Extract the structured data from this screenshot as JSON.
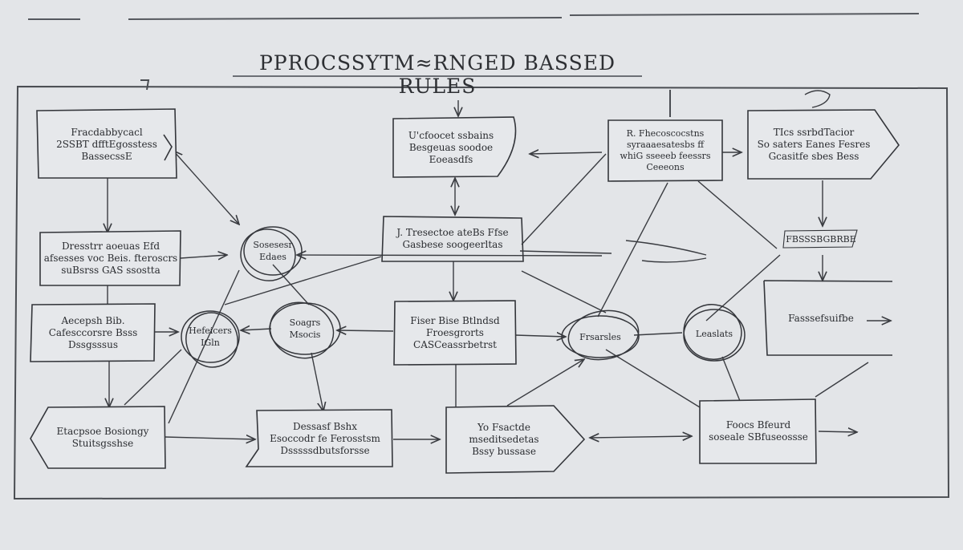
{
  "title": "PPROCSSYTM≈RNGED BASSED RULES",
  "boxes": [
    {
      "id": "b1",
      "lines": [
        "Fracdabbycacl",
        "2SSBT dfftEgosstess",
        "BassecssE"
      ]
    },
    {
      "id": "b2",
      "lines": [
        "Dresstrr aoeuas Efd",
        "afsesses voc Beis. fteroscrs",
        "suBsrss GAS ssostta"
      ]
    },
    {
      "id": "b3",
      "lines": [
        "Aecepsh Bib.",
        "Cafesccorsre Bsss",
        "Dssgsssus"
      ]
    },
    {
      "id": "b4",
      "lines": [
        "Etacpsoe Bosiongy",
        "Stuitsgsshse"
      ]
    },
    {
      "id": "b5",
      "lines": [
        "U'cfoocet ssbains",
        "Besgeuas soodoe",
        "Eoeasdfs"
      ]
    },
    {
      "id": "b6",
      "lines": [
        "J. Tresectoe ateBs Ffse",
        "Gasbese soogeerltas"
      ]
    },
    {
      "id": "b7",
      "lines": [
        "Fiser Bise Btlndsd",
        "Froesgrorts",
        "CASCeassrbetrst"
      ]
    },
    {
      "id": "b8",
      "lines": [
        "Dessasf Bshx",
        "Esoccodr fe Ferosstsm",
        "Dsssssdbutsforsse"
      ]
    },
    {
      "id": "b9",
      "lines": [
        "Yo Fsactde",
        "mseditsedetas",
        "Bssy bussase"
      ]
    },
    {
      "id": "b10",
      "lines": [
        "R. Fhecoscocstns",
        "syraaaesatesbs ff",
        "whiG sseeeb feessrs",
        "Ceeeons"
      ]
    },
    {
      "id": "b11",
      "lines": [
        "TIcs ssrbdTacior",
        "So saters Eanes Fesres",
        "Gcasitfe sbes Bess"
      ]
    },
    {
      "id": "b12",
      "lines": [
        "Foocs Bfeurd",
        "soseale SBfuseossse"
      ]
    },
    {
      "id": "b13",
      "lines": [
        "Fasssefsuifbe"
      ]
    },
    {
      "id": "b14",
      "lines": [
        "FBSSSBGBRBE"
      ]
    }
  ],
  "circles": [
    {
      "id": "c1",
      "lines": [
        "Sosesesr",
        "Edaes"
      ]
    },
    {
      "id": "c2",
      "lines": [
        "Hefeicers",
        "IGln"
      ]
    },
    {
      "id": "c3",
      "lines": [
        "Soagrs",
        "Msocis"
      ]
    },
    {
      "id": "c4",
      "lines": [
        "Frsarsles"
      ]
    },
    {
      "id": "c5",
      "lines": [
        "Leaslats"
      ]
    }
  ]
}
